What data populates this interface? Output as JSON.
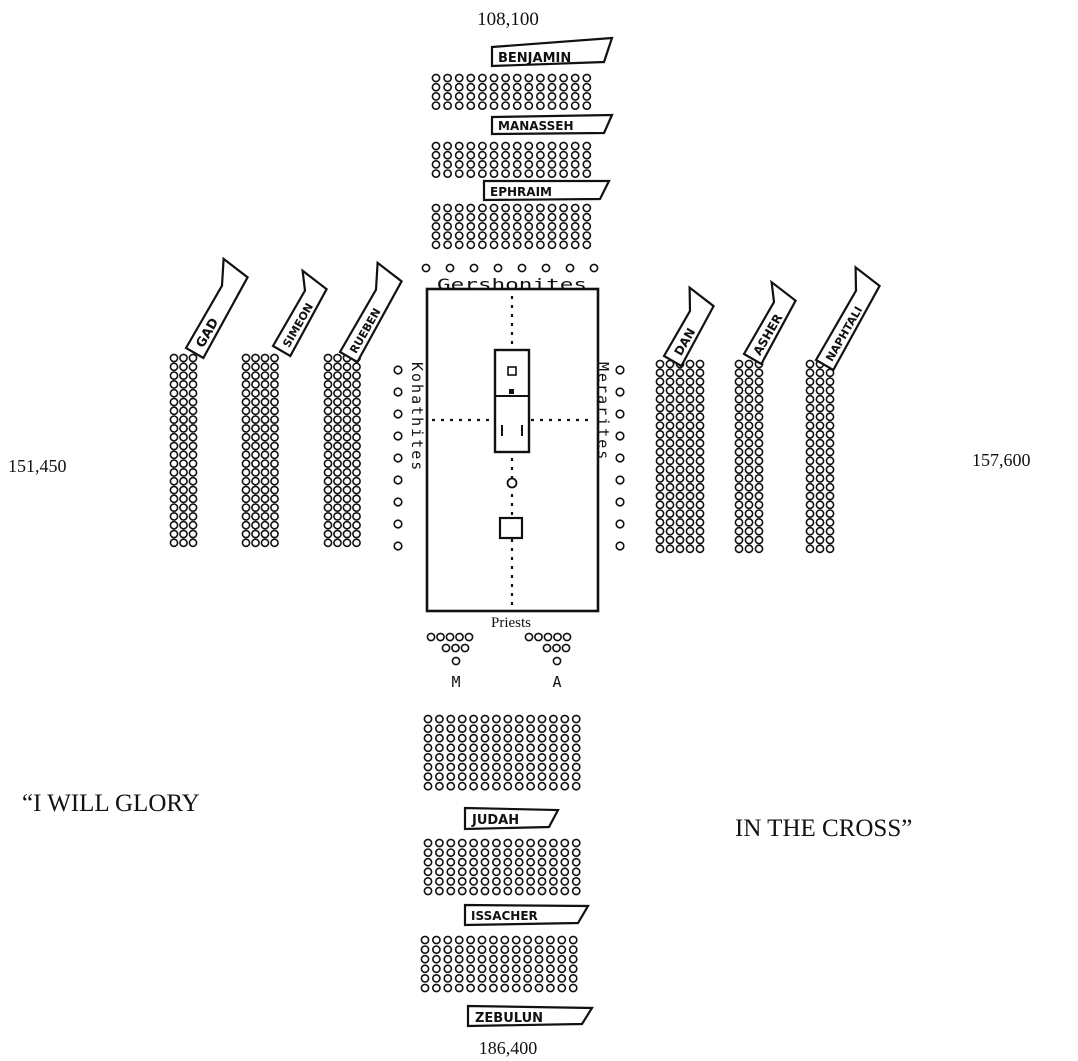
{
  "totals": {
    "north": "108,100",
    "south": "186,400",
    "west": "151,450",
    "east": "157,600"
  },
  "motto": {
    "left": "“I WILL GLORY",
    "right": "IN THE CROSS”"
  },
  "tabernacle": {
    "top_label": "Gershonites",
    "left_label": "Kohathites",
    "right_label": "Merarites",
    "bottom_label": "Priests",
    "moses_mark": "M",
    "aaron_mark": "A"
  },
  "tribes": {
    "north": [
      "BENJAMIN",
      "MANASSEH",
      "EPHRAIM"
    ],
    "west": [
      "GAD",
      "SIMEON",
      "RUEBEN"
    ],
    "east": [
      "DAN",
      "ASHER",
      "NAPHTALI"
    ],
    "south": [
      "JUDAH",
      "ISSACHER",
      "ZEBULUN"
    ]
  },
  "colors": {
    "ink": "#111111",
    "paper": "#ffffff"
  }
}
